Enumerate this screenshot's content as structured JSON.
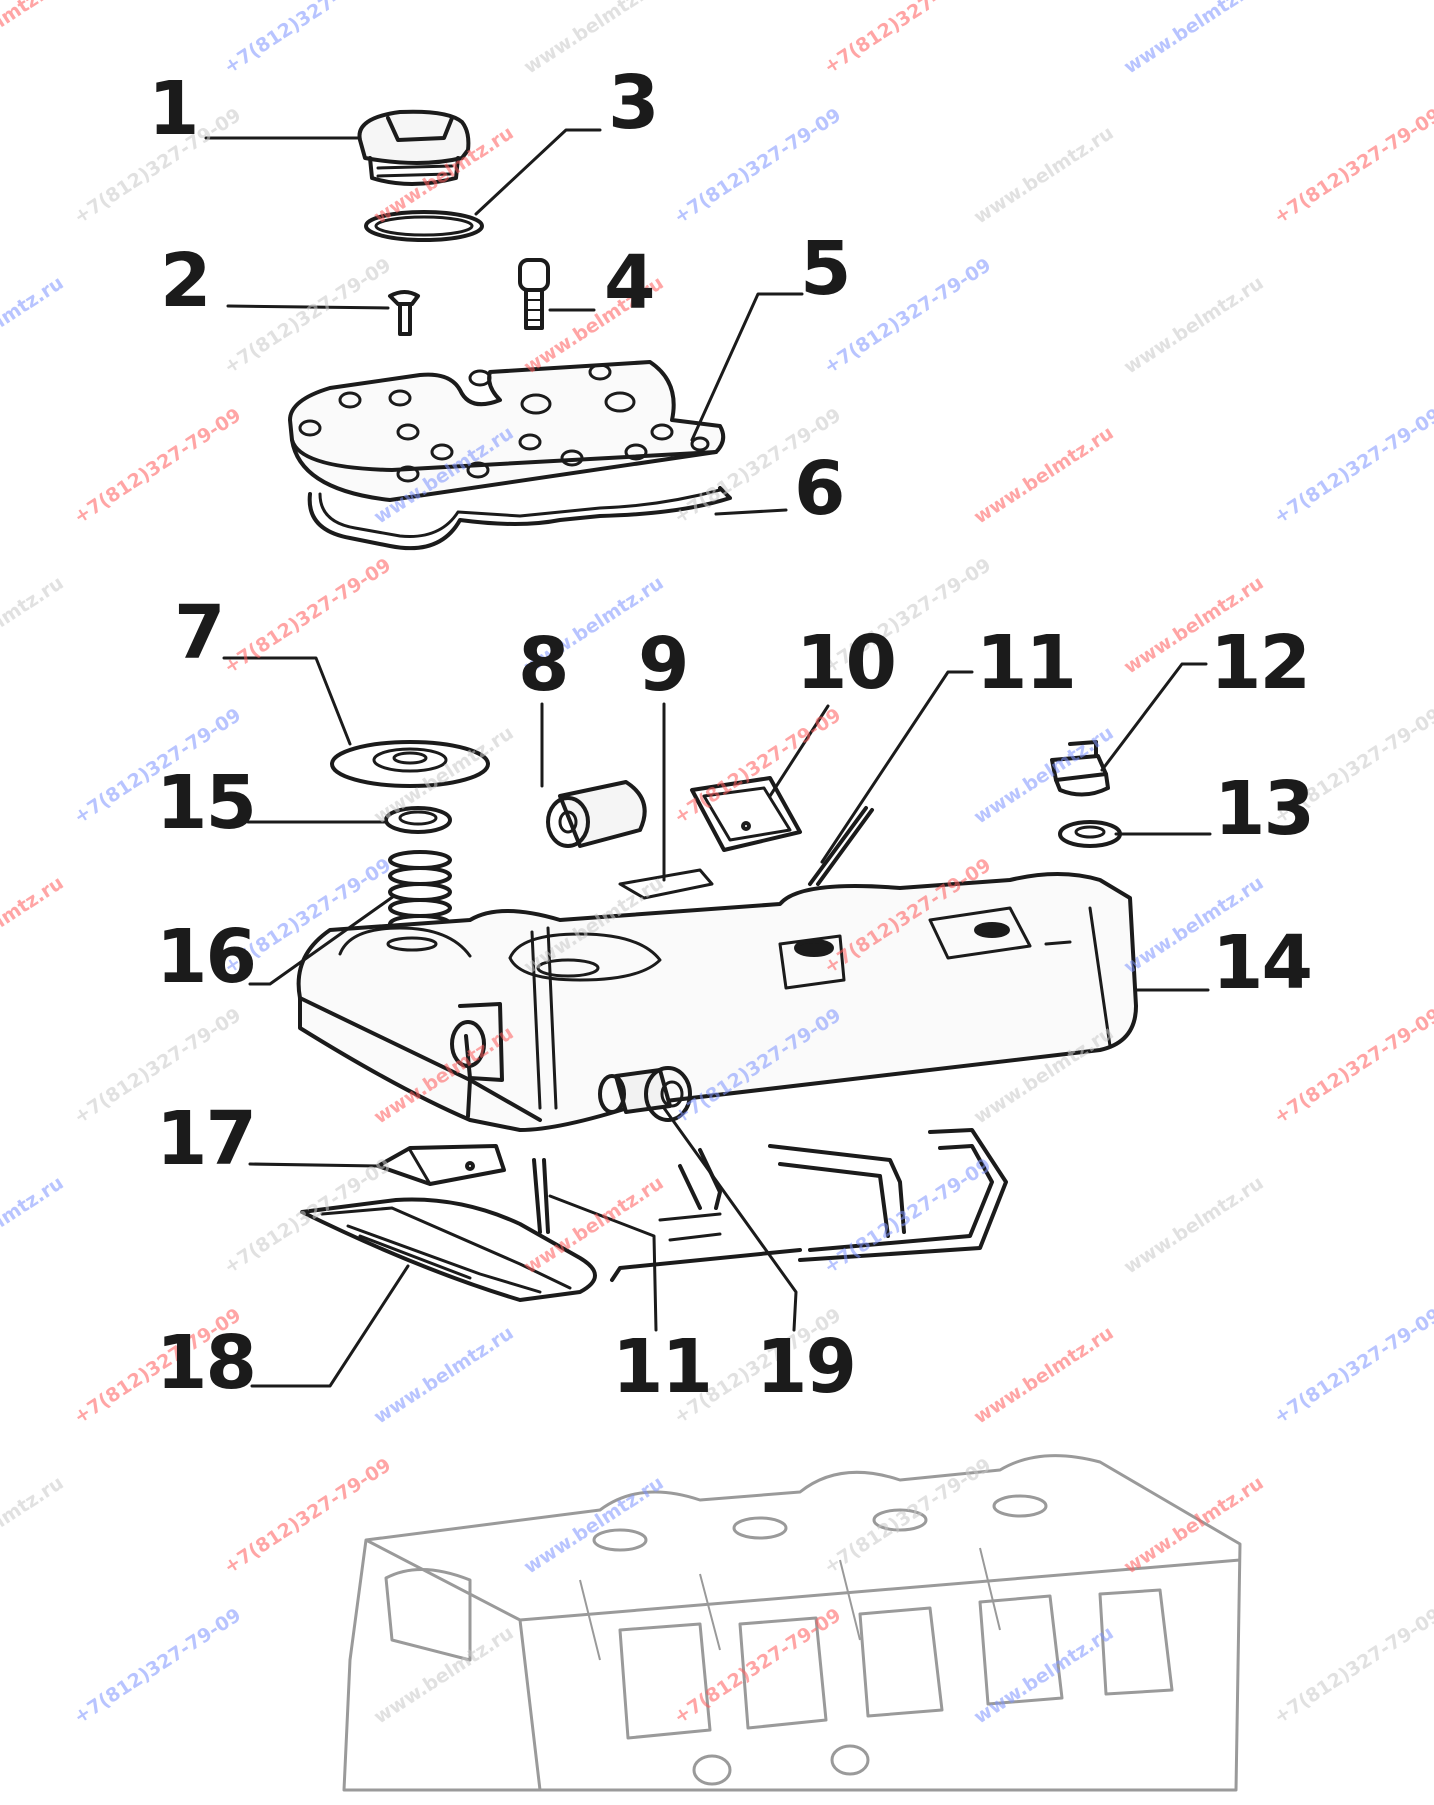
{
  "diagram": {
    "callouts": [
      {
        "id": "1",
        "label": "1"
      },
      {
        "id": "2",
        "label": "2"
      },
      {
        "id": "3",
        "label": "3"
      },
      {
        "id": "4",
        "label": "4"
      },
      {
        "id": "5",
        "label": "5"
      },
      {
        "id": "6",
        "label": "6"
      },
      {
        "id": "7",
        "label": "7"
      },
      {
        "id": "8",
        "label": "8"
      },
      {
        "id": "9",
        "label": "9"
      },
      {
        "id": "10",
        "label": "10"
      },
      {
        "id": "11a",
        "label": "11"
      },
      {
        "id": "12",
        "label": "12"
      },
      {
        "id": "13",
        "label": "13"
      },
      {
        "id": "14",
        "label": "14"
      },
      {
        "id": "15",
        "label": "15"
      },
      {
        "id": "16",
        "label": "16"
      },
      {
        "id": "17",
        "label": "17"
      },
      {
        "id": "18",
        "label": "18"
      },
      {
        "id": "11b",
        "label": "11"
      },
      {
        "id": "19",
        "label": "19"
      }
    ],
    "watermark_texts": [
      "www.belmtz.ru",
      "+7(812)327-79-09"
    ],
    "colors": {
      "ink": "#1b1b1b",
      "watermark_red": "#ff5d5d",
      "watermark_blue": "#7f95ff",
      "watermark_gray": "#c9c9c9",
      "background": "#ffffff"
    }
  }
}
